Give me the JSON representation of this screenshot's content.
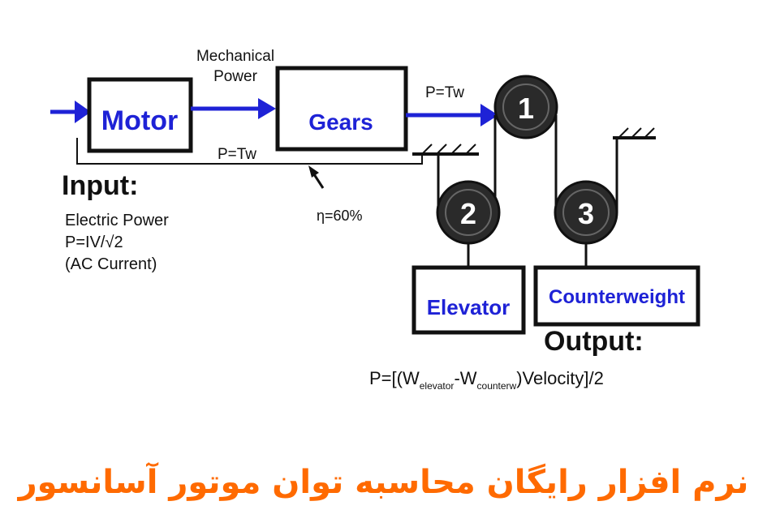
{
  "diagram": {
    "motor_label": "Motor",
    "gears_label": "Gears",
    "elevator_label": "Elevator",
    "counterweight_label": "Counterweight",
    "mechanical_power_line1": "Mechanical",
    "mechanical_power_line2": "Power",
    "p_tw_top": "P=Tw",
    "p_tw_bottom": "P=Tw",
    "efficiency": "η=60%",
    "pulley_1": "1",
    "pulley_2": "2",
    "pulley_3": "3",
    "input_heading": "Input:",
    "input_line1": "Electric Power",
    "input_line2": "P=IV/√2",
    "input_line3": "(AC Current)",
    "output_heading": "Output:",
    "output_formula": {
      "prefix": "P=[(W",
      "sub1": "elevator",
      "mid": "-W",
      "sub2": "counterw",
      "suffix": ")Velocity]/2"
    },
    "colors": {
      "box_text": "#1e22d6",
      "arrow": "#1e22d6",
      "caption": "#ff6a00",
      "pulley": "#2a2a2a"
    }
  },
  "caption": "نرم افزار رایگان محاسبه توان موتور آسانسور"
}
